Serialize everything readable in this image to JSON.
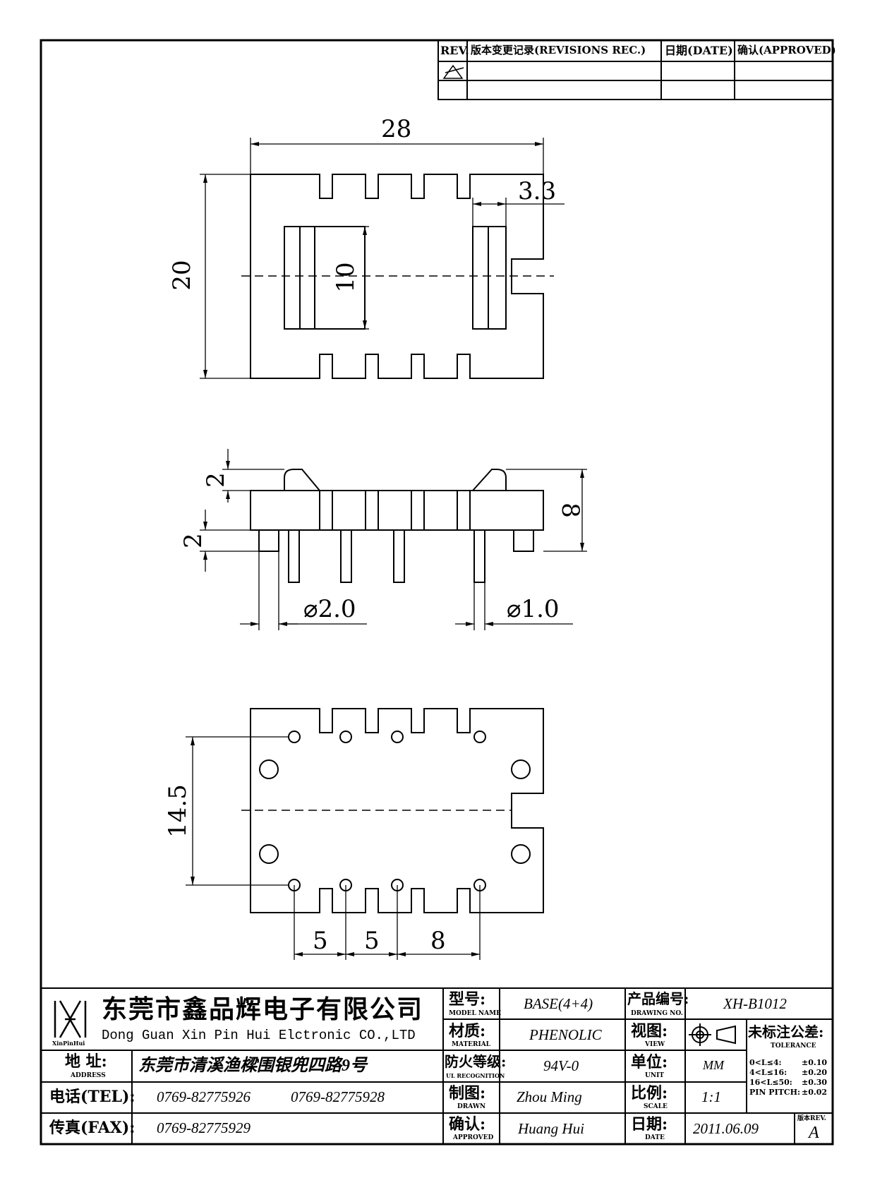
{
  "revisions": {
    "rev_header": "REV.",
    "rec_header": "版本变更记录(REVISIONS REC.)",
    "date_header": "日期(DATE)",
    "approved_header": "确认(APPROVED)"
  },
  "dimensions": {
    "top_width": "28",
    "top_height": "20",
    "top_slot_width": "3.3",
    "top_inner": "10",
    "side_top_2": "2",
    "side_bottom_2": "2",
    "side_height": "8",
    "side_big_pin_dia": "⌀2.0",
    "side_small_pin_dia": "⌀1.0",
    "bottom_pin_span": "14.5",
    "bottom_pitch_1": "5",
    "bottom_pitch_2": "5",
    "bottom_pitch_3": "8"
  },
  "title_block": {
    "company_cn": "东莞市鑫品辉电子有限公司",
    "company_en": "Dong Guan Xin Pin Hui Elctronic CO.,LTD",
    "logo_text": "XinPinHui",
    "address_label": "地 址:",
    "address_sub": "ADDRESS",
    "address_value": "东莞市清溪渔樑围银兜四路9号",
    "tel_label": "电话(TEL):",
    "tel_value_1": "0769-82775926",
    "tel_value_2": "0769-82775928",
    "fax_label": "传真(FAX):",
    "fax_value": "0769-82775929",
    "model_label": "型号:",
    "model_sub": "MODEL NAME",
    "model_value": "BASE(4+4)",
    "material_label": "材质:",
    "material_sub": "MATERIAL",
    "material_value": "PHENOLIC",
    "fire_label": "防火等级:",
    "fire_sub": "UL RECOGNITION",
    "fire_value": "94V-0",
    "drawn_label": "制图:",
    "drawn_sub": "DRAWN",
    "drawn_value": "Zhou Ming",
    "approved_label": "确认:",
    "approved_sub": "APPROVED",
    "approved_value": "Huang Hui",
    "drawing_no_label": "产品编号:",
    "drawing_no_sub": "DRAWING NO.",
    "drawing_no_value": "XH-B1012",
    "view_label": "视图:",
    "view_sub": "VIEW",
    "unit_label": "单位:",
    "unit_sub": "UNIT",
    "unit_value": "MM",
    "scale_label": "比例:",
    "scale_sub": "SCALE",
    "scale_value": "1:1",
    "date_label": "日期:",
    "date_sub": "DATE",
    "date_value": "2011.06.09",
    "rev_label": "版本REV.",
    "rev_value": "A",
    "tolerance_label": "未标注公差:",
    "tolerance_sub": "TOLERANCE",
    "tolerance_rows": [
      {
        "range": "0<L≤4:",
        "value": "±0.10"
      },
      {
        "range": "4<L≤16:",
        "value": "±0.20"
      },
      {
        "range": "16<L≤50:",
        "value": "±0.30"
      },
      {
        "range": "PIN PITCH:",
        "value": "±0.02"
      }
    ]
  }
}
